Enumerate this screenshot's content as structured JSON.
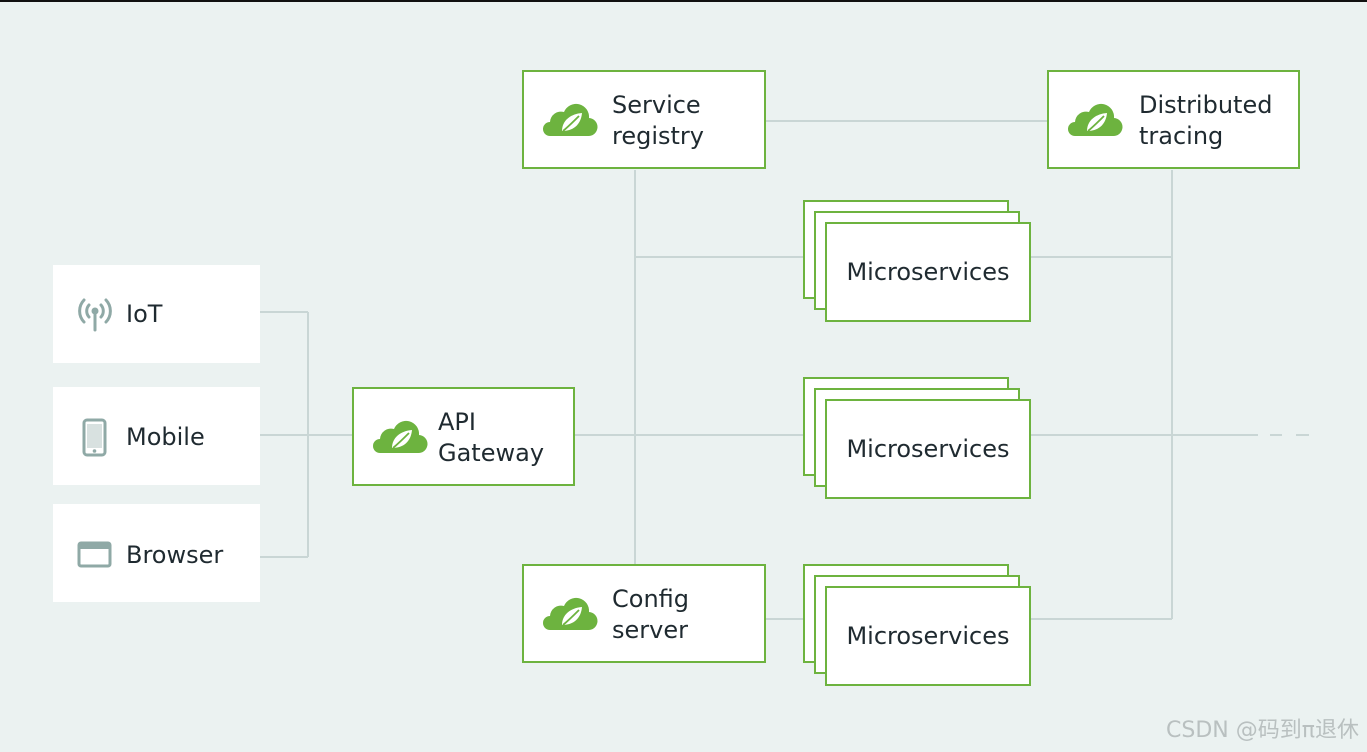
{
  "clients": [
    {
      "id": "iot",
      "label": "IoT",
      "icon": "antenna-icon"
    },
    {
      "id": "mobile",
      "label": "Mobile",
      "icon": "mobile-phone-icon"
    },
    {
      "id": "browser",
      "label": "Browser",
      "icon": "browser-window-icon"
    }
  ],
  "gateway": {
    "label": "API\nGateway"
  },
  "service_registry": {
    "label": "Service\nregistry"
  },
  "distributed_tracing": {
    "label": "Distributed\ntracing"
  },
  "config_server": {
    "label": "Config\nserver"
  },
  "microservices": [
    {
      "label": "Microservices"
    },
    {
      "label": "Microservices"
    },
    {
      "label": "Microservices"
    }
  ],
  "watermark": "CSDN @码到π退休",
  "colors": {
    "background": "#ebf2f1",
    "brand_green": "#6db33f",
    "connector": "#c9d6d5",
    "client_icon": "#8fa9a6",
    "text": "#1f2a30"
  }
}
